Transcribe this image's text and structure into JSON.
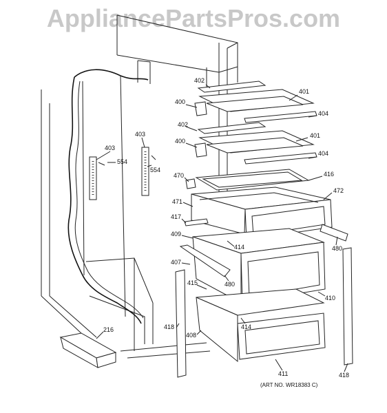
{
  "watermark": "AppliancePartsPros.com",
  "art_number": "(ART NO. WR18383 C)",
  "callouts": {
    "c402a": "402",
    "c401a": "401",
    "c400a": "400",
    "c404a": "404",
    "c402b": "402",
    "c400b": "400",
    "c401b": "401",
    "c404b": "404",
    "c403a": "403",
    "c403b": "403",
    "c554a": "554",
    "c554b": "554",
    "c470": "470",
    "c416": "416",
    "c471": "471",
    "c472": "472",
    "c417": "417",
    "c409": "409",
    "c414a": "414",
    "c480a": "480",
    "c407": "407",
    "c480b": "480",
    "c415": "415",
    "c410": "410",
    "c418a": "418",
    "c408": "408",
    "c414b": "414",
    "c216": "216",
    "c411": "411",
    "c418b": "418"
  }
}
